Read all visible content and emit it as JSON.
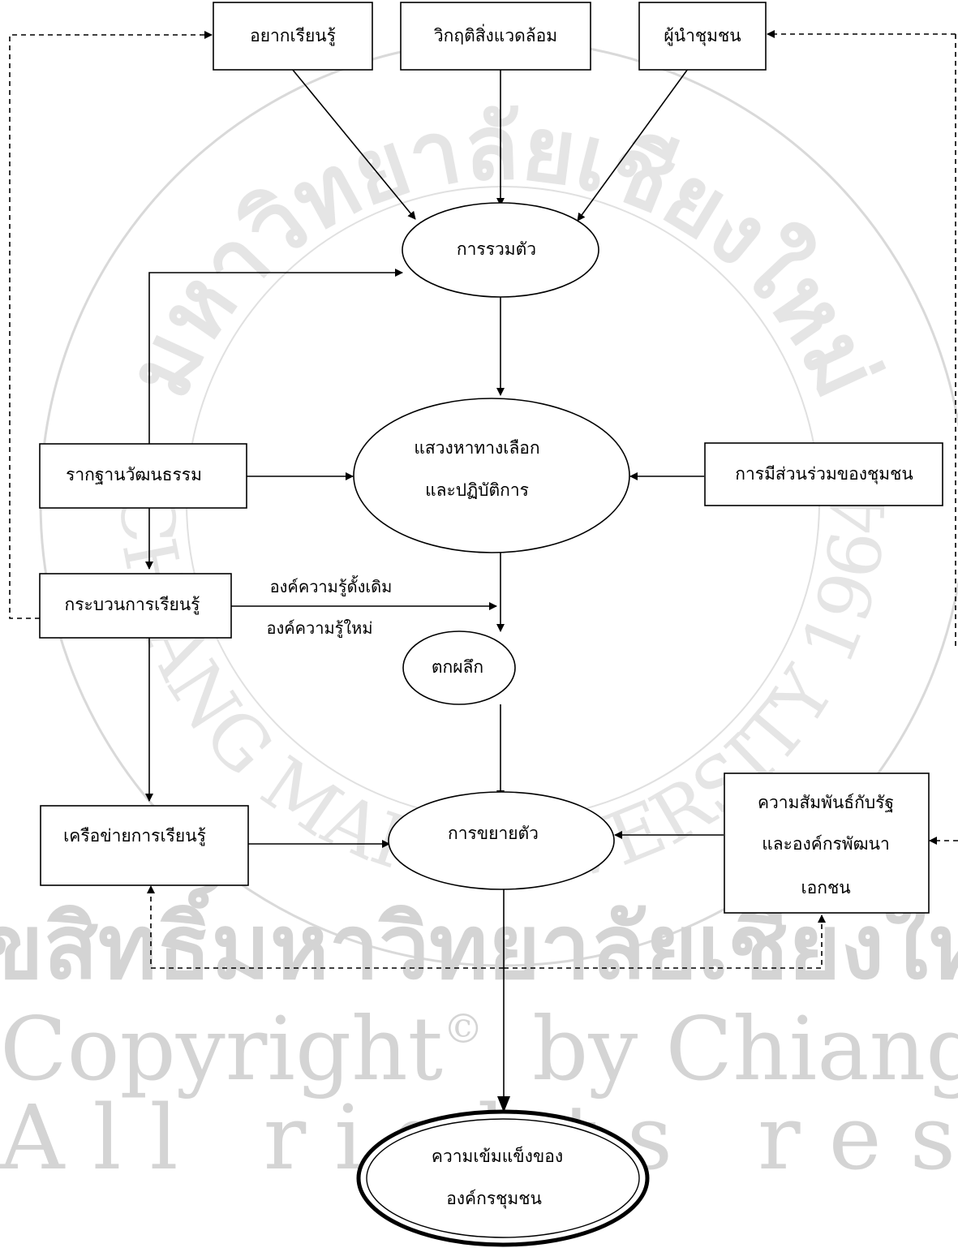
{
  "nodes": {
    "want_to_learn": "อยากเรียนรู้",
    "env_crisis": "วิกฤติสิ่งแวดล้อม",
    "community_leader": "ผู้นำชุมชน",
    "gathering": "การรวมตัว",
    "seek_alternatives": [
      "แสวงหาทางเลือก",
      "และปฏิบัติการ"
    ],
    "cultural_base": "รากฐานวัฒนธรรม",
    "community_participation": "การมีส่วนร่วมของชุมชน",
    "learning_process": "กระบวนการเรียนรู้",
    "crystallize": "ตกผลึก",
    "learning_network": "เครือข่ายการเรียนรู้",
    "expansion": "การขยายตัว",
    "state_relations": [
      "ความสัมพันธ์กับรัฐ",
      "และองค์กรพัฒนา",
      "เอกชน"
    ],
    "strength": [
      "ความเข้มแข็งของ",
      "องค์กรชุมชน"
    ]
  },
  "edge_labels": {
    "traditional_knowledge": "องค์ความรู้ดั้งเดิม",
    "new_knowledge": "องค์ความรู้ใหม่"
  },
  "watermark": {
    "copyright": "Copyright",
    "symbol": "©",
    "by": "by Chiang Mai University",
    "rights": "A l l   r i g h t s   r e s e r v e d",
    "thai": "ลิขสิทธิ์มหาวิทยาลัยเชียงใหม่",
    "seal_top": "มหาวิทยาลัยเชียงใหม่",
    "seal_bottom": "CHIANG MAI UNIVERSITY 1964"
  }
}
